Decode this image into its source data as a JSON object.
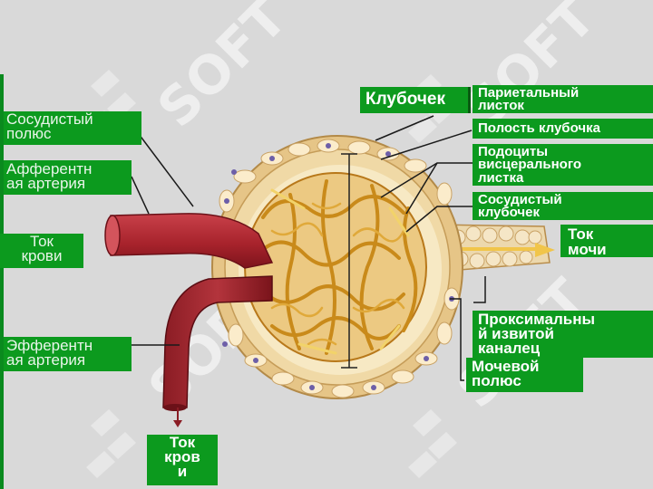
{
  "labels": {
    "glomerulus": "Клубочек",
    "parietal_layer": "Париетальный\nлисток",
    "capsule_cavity": "Полость клубочка",
    "podocytes": "Подоциты\nвисцерального\nлистка",
    "capillary_tuft": "Сосудистый\nклубочек",
    "urine_flow": "Ток\nмочи",
    "proximal_tubule": "Проксимальны\nй извитой\nканалец",
    "urinary_pole": "Мочевой\nполюс",
    "vascular_pole": "Сосудистый\nполюс",
    "afferent_artery": "Афферентн\nая артерия",
    "blood_flow_in": "Ток\nкрови",
    "efferent_artery": "Эфферентн\nая артерия",
    "blood_flow_out": "Ток\nкров\nи"
  },
  "watermark": "SOFT",
  "colors": {
    "label_bg": "#0c9a1e",
    "background": "#d9d9d9",
    "artery": "#a8232c",
    "capsule": "#e8c98a",
    "capillary": "#c98a1a"
  }
}
